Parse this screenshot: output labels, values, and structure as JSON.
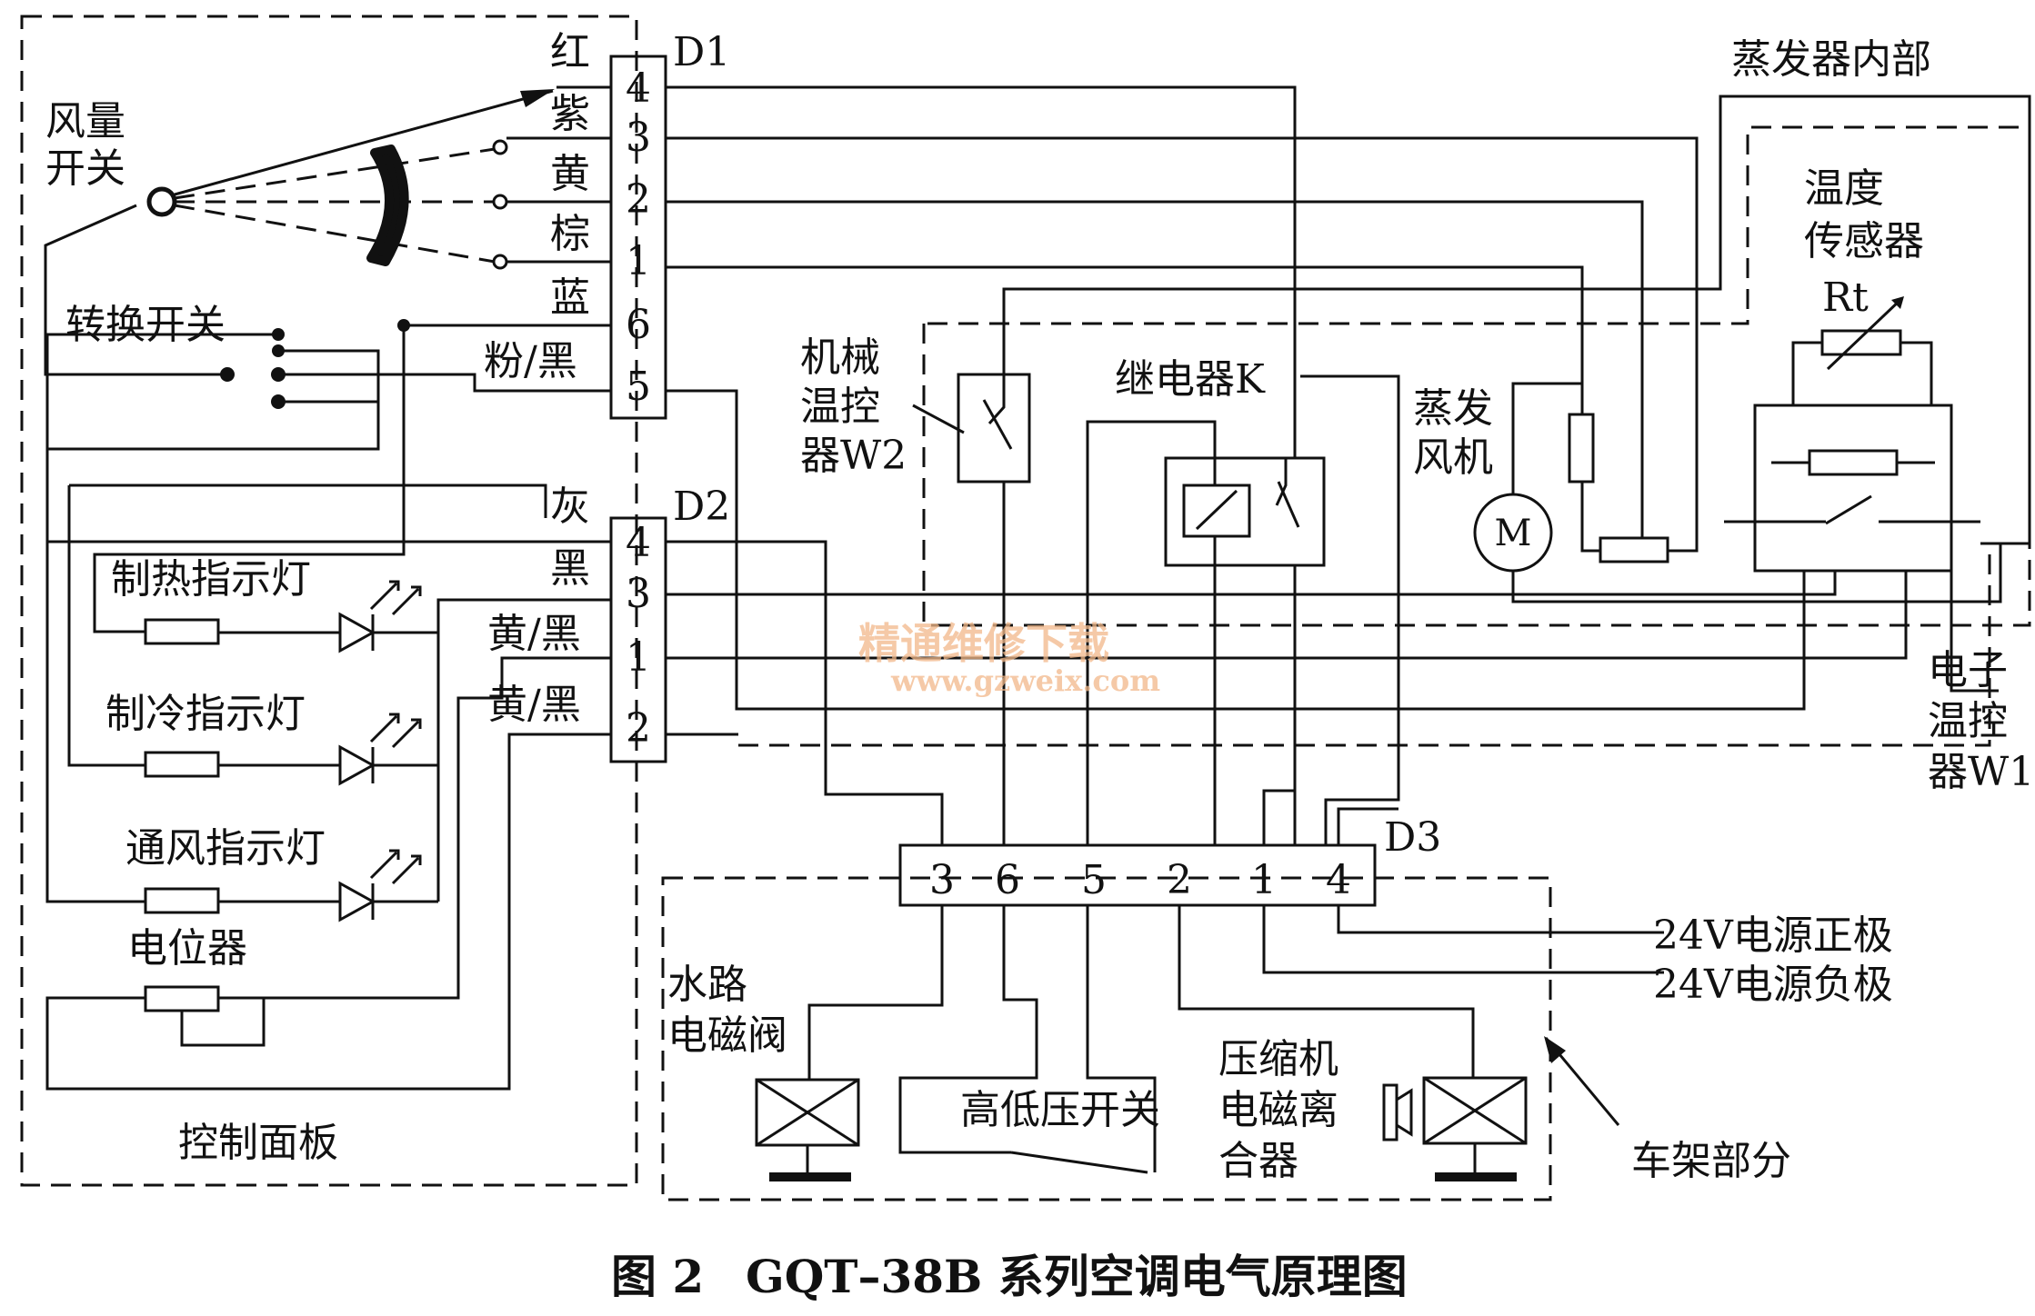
{
  "labels": {
    "d1": "D1",
    "d2": "D2",
    "d3": "D3",
    "fan_switch_1": "风量",
    "fan_switch_2": "开关",
    "mode_switch": "转换开关",
    "heat_lamp": "制热指示灯",
    "cool_lamp": "制冷指示灯",
    "vent_lamp": "通风指示灯",
    "potentiometer": "电位器",
    "control_panel": "控制面板",
    "mech_thermo_1": "机械",
    "mech_thermo_2": "温控",
    "mech_thermo_3": "器W2",
    "relay": "继电器K",
    "evap_fan_1": "蒸发",
    "evap_fan_2": "风机",
    "motor": "M",
    "evap_inside": "蒸发器内部",
    "temp_sensor_1": "温度",
    "temp_sensor_2": "传感器",
    "rt": "Rt",
    "elec_thermo_1": "电子",
    "elec_thermo_2": "温控",
    "elec_thermo_3": "器W1",
    "valve_1": "水路",
    "valve_2": "电磁阀",
    "pressure_switch": "高低压开关",
    "clutch_1": "压缩机",
    "clutch_2": "电磁离",
    "clutch_3": "合器",
    "chassis": "车架部分",
    "power_pos": "24V电源正极",
    "power_neg": "24V电源负极"
  },
  "d1_wire_colors": [
    "红",
    "紫",
    "黄",
    "棕",
    "蓝",
    "粉/黑"
  ],
  "d1_pins": [
    "4",
    "3",
    "2",
    "1",
    "6",
    "5"
  ],
  "d2_wire_colors": [
    "灰",
    "黑",
    "黄/黑",
    "黄/黑"
  ],
  "d2_pins": [
    "4",
    "3",
    "1",
    "2"
  ],
  "d3_pins": [
    "3",
    "6",
    "5",
    "2",
    "1",
    "4"
  ],
  "watermark": {
    "line1": "精通维修下载",
    "line2": "www.gzweix.com"
  },
  "caption": {
    "figure": "图 2",
    "title": "GQT–38B 系列空调电气原理图"
  }
}
